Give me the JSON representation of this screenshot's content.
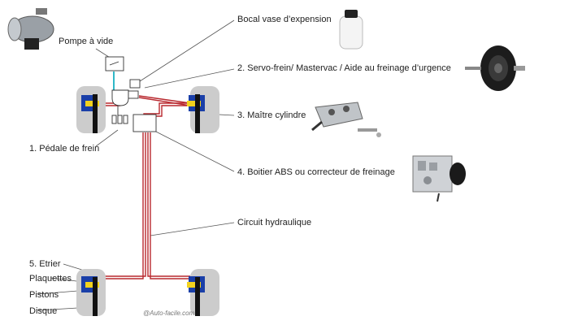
{
  "labels": {
    "pompe": "Pompe à vide",
    "bocal": "Bocal vase d’expension",
    "servo": "2. Servo-frein/ Mastervac / Aide au freinage d’urgence",
    "maitre": "3. Maître cylindre",
    "pedale": "1. Pédale de frein",
    "abs": "4. Boitier ABS ou correcteur de freinage",
    "circuit": "Circuit hydraulique",
    "etrier": "5. Etrier",
    "plaquettes": "Plaquettes",
    "pistons": "Pistons",
    "disque": "Disque"
  },
  "credit": "@Auto-facile.com",
  "icons": {
    "pompe": "vacuum-pump-photo-icon",
    "bocal": "reservoir-photo-icon",
    "servo": "brake-booster-photo-icon",
    "maitre": "master-cylinder-photo-icon",
    "abs": "abs-unit-photo-icon"
  },
  "colors": {
    "hydraulic": "#b8282e",
    "vacuum": "#2fb8c8",
    "wheel": "#cccccc",
    "caliper": "#1a3fa8",
    "piston": "#f2d21e"
  }
}
